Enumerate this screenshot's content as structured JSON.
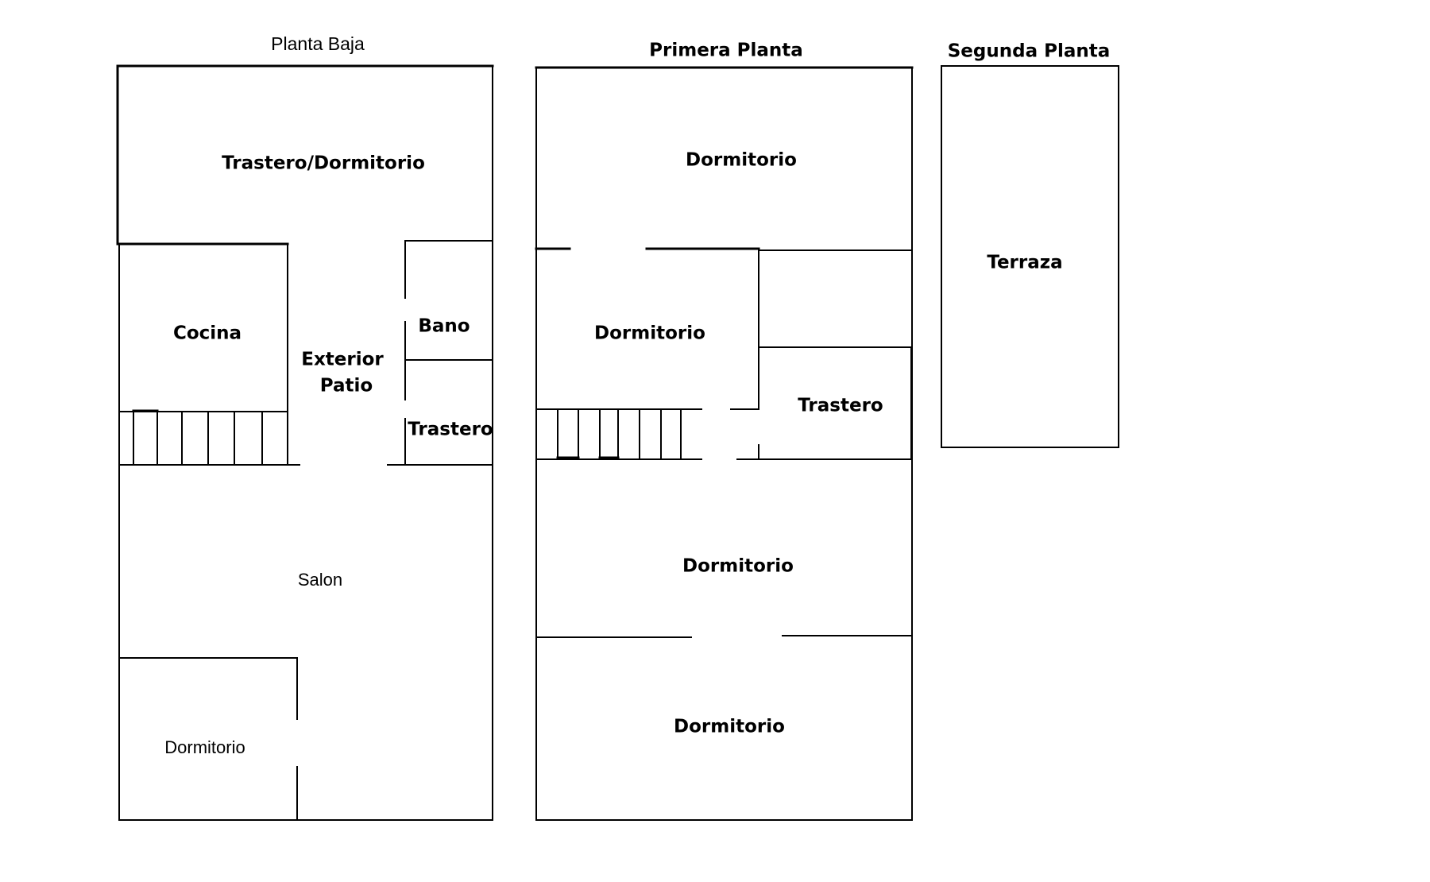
{
  "floors": {
    "ground": {
      "title": "Planta Baja",
      "rooms": {
        "storage_bedroom": "Trastero/Dormitorio",
        "kitchen": "Cocina",
        "exterior_patio_line1": "Exterior",
        "exterior_patio_line2": "Patio",
        "bathroom": "Bano",
        "storage": "Trastero",
        "living_room": "Salon",
        "bedroom": "Dormitorio"
      }
    },
    "first": {
      "title": "Primera Planta",
      "rooms": {
        "bedroom_top": "Dormitorio",
        "bedroom_middle": "Dormitorio",
        "storage": "Trastero",
        "bedroom_lower": "Dormitorio",
        "bedroom_bottom": "Dormitorio"
      }
    },
    "second": {
      "title": "Segunda Planta",
      "rooms": {
        "terrace": "Terraza"
      }
    }
  }
}
